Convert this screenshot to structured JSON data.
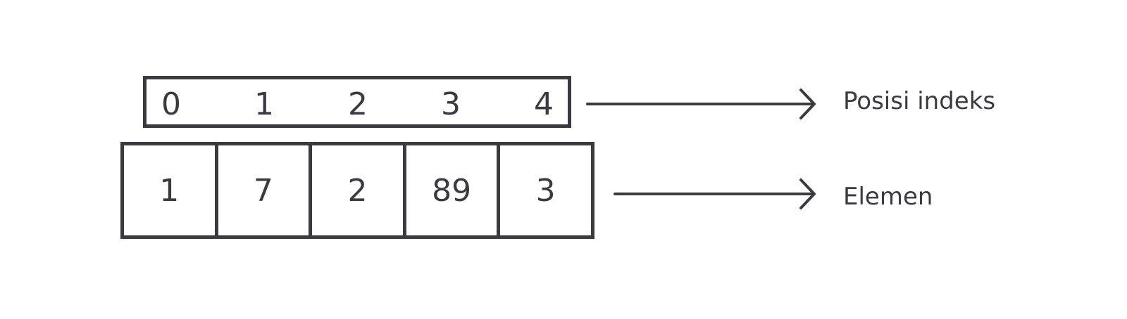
{
  "indices": [
    "0",
    "1",
    "2",
    "3",
    "4"
  ],
  "elements": [
    "1",
    "7",
    "2",
    "89",
    "3"
  ],
  "labels": {
    "index": "Posisi indeks",
    "element": "Elemen"
  },
  "colors": {
    "stroke": "#3b3b3f",
    "background": "#ffffff"
  }
}
